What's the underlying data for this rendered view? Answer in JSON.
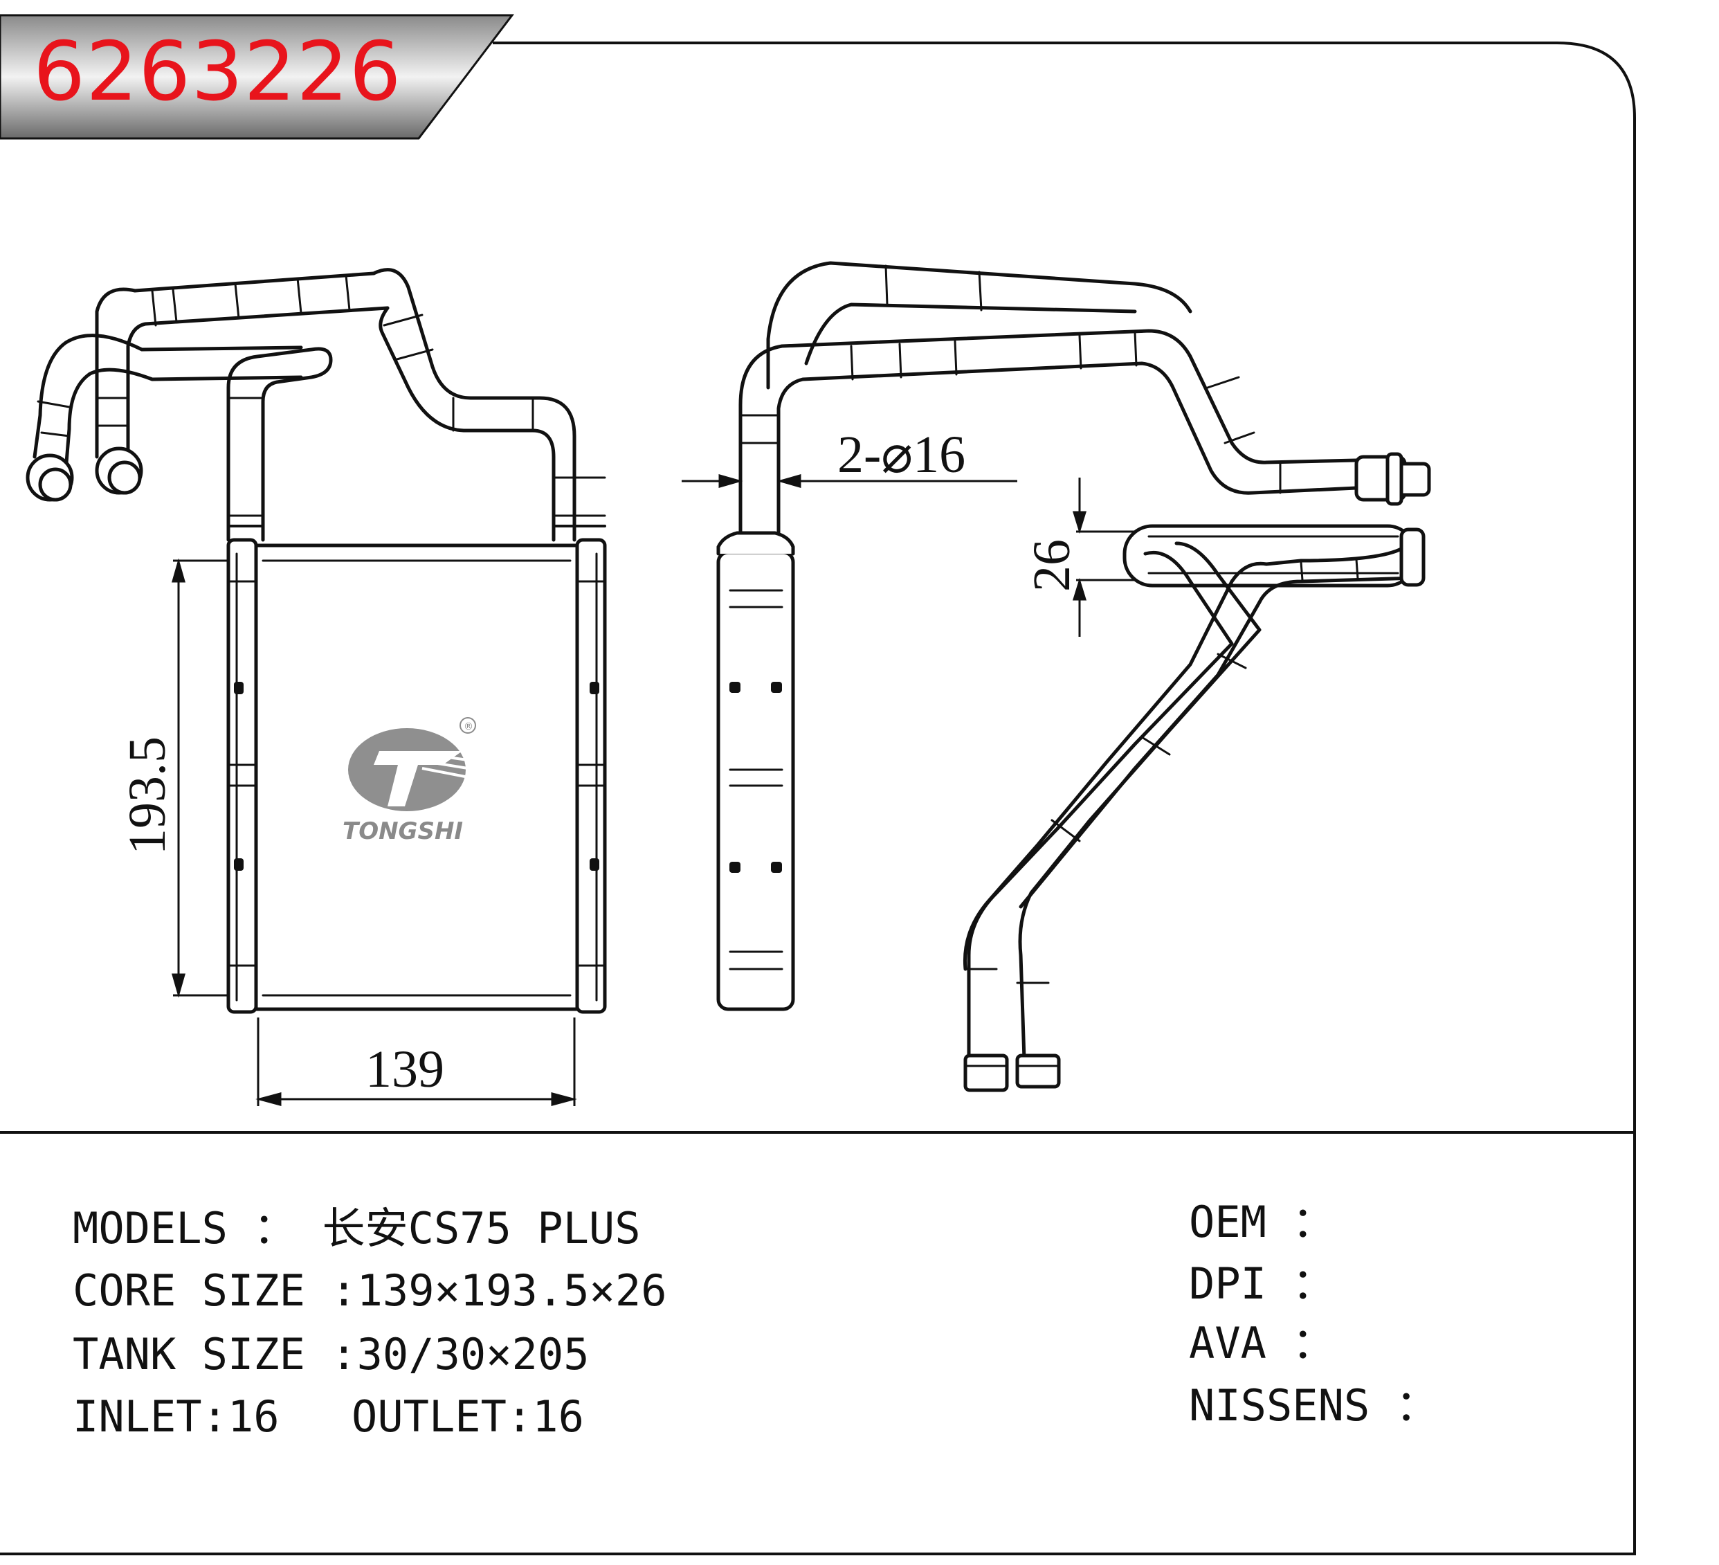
{
  "part_number": "6263226",
  "dimensions": {
    "height_label": "193.5",
    "width_label": "139",
    "pipe_label": "2-⌀16",
    "thickness_label": "26"
  },
  "logo": {
    "brand": "TONGSHI",
    "registered_mark": "®"
  },
  "specs": {
    "models": "MODELS ： 长安CS75 PLUS",
    "core_size": "CORE SIZE :139×193.5×26",
    "tank_size": "TANK SIZE :30/30×205",
    "inlet": "INLET:16",
    "outlet": "OUTLET:16"
  },
  "cross_reference": {
    "oem": "OEM ：",
    "dpi": "DPI ：",
    "ava": "AVA ：",
    "nissens": "NISSENS ："
  },
  "colors": {
    "part_number": "#e8141c",
    "line": "#111111",
    "logo_gray": "#8a8a8a"
  }
}
